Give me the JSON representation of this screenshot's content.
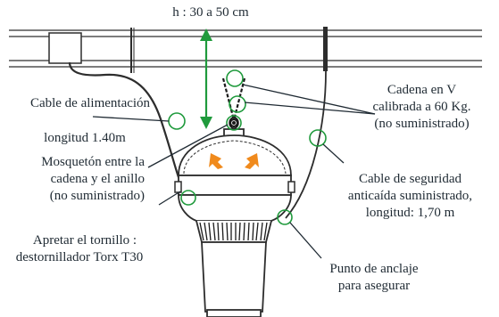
{
  "height_label": "h : 30 a 50 cm",
  "callouts": {
    "power_cable": {
      "line1": "Cable de alimentación",
      "line2": "longitud 1.40m"
    },
    "carabiner": {
      "lines": [
        "Mosquetón entre la",
        "cadena y el anillo",
        "(no suministrado)"
      ]
    },
    "screw": {
      "lines": [
        "Apretar el tornillo :",
        "destornillador Torx T30"
      ]
    },
    "chain": {
      "lines": [
        "Cadena en V",
        "calibrada a 60 Kg.",
        "(no suministrado)"
      ]
    },
    "safety_cable": {
      "lines": [
        "Cable de seguridad",
        "anticaída suministrado,",
        "longitud: 1,70 m"
      ]
    },
    "anchor_point": {
      "lines": [
        "Punto de anclaje",
        "para asegurar"
      ]
    }
  },
  "colors": {
    "line": "#2d2d2d",
    "green": "#1f9a3c",
    "arrow_orange": "#f08a1c",
    "text": "#1f2a33"
  },
  "icons": [
    "junction-box-icon",
    "rotation-arrows-icon",
    "carabiner-icon"
  ]
}
